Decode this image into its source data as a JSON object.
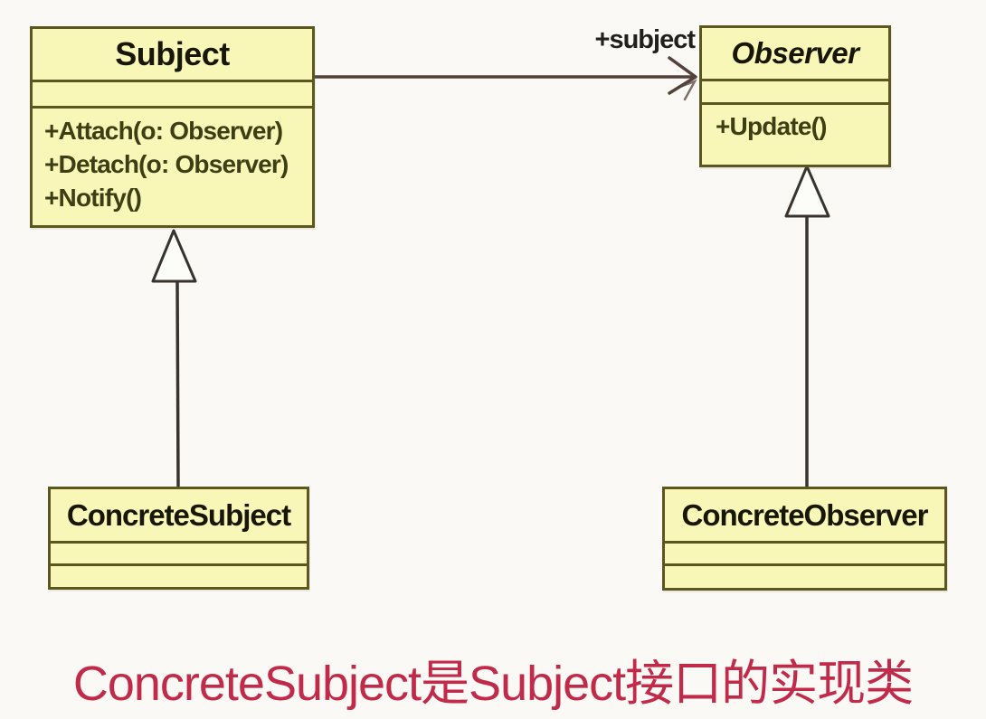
{
  "diagram": {
    "kind": "uml-class-diagram",
    "pattern": "Observer"
  },
  "classes": {
    "subject": {
      "name": "Subject",
      "attributes": [],
      "methods": [
        "+Attach(o: Observer)",
        "+Detach(o: Observer)",
        "+Notify()"
      ]
    },
    "observer": {
      "name": "Observer",
      "stereotype": "interface (italic title)",
      "attributes": [],
      "methods": [
        "+Update()"
      ]
    },
    "concrete_subject": {
      "name": "ConcreteSubject",
      "attributes": [],
      "methods": []
    },
    "concrete_observer": {
      "name": "ConcreteObserver",
      "attributes": [],
      "methods": []
    }
  },
  "relations": {
    "association": {
      "from": "Subject",
      "to": "Observer",
      "label": "+subject",
      "arrow": "open"
    },
    "generalization_left": {
      "from": "ConcreteSubject",
      "to": "Subject",
      "arrow": "hollow-triangle"
    },
    "generalization_right": {
      "from": "ConcreteObserver",
      "to": "Observer",
      "arrow": "hollow-triangle"
    }
  },
  "caption": {
    "text": "ConcreteSubject是Subject接口的实现类"
  },
  "colors": {
    "bg": "#faf9f6",
    "box-fill": "#f8f7b7",
    "box-border": "#5c561f",
    "title-ink": "#181608",
    "method-ink": "#3e3e15",
    "assoc-ink": "#54413a",
    "gen-ink": "#38332c",
    "label-ink": "#22201a",
    "caption-ink": "#c22a4a"
  }
}
